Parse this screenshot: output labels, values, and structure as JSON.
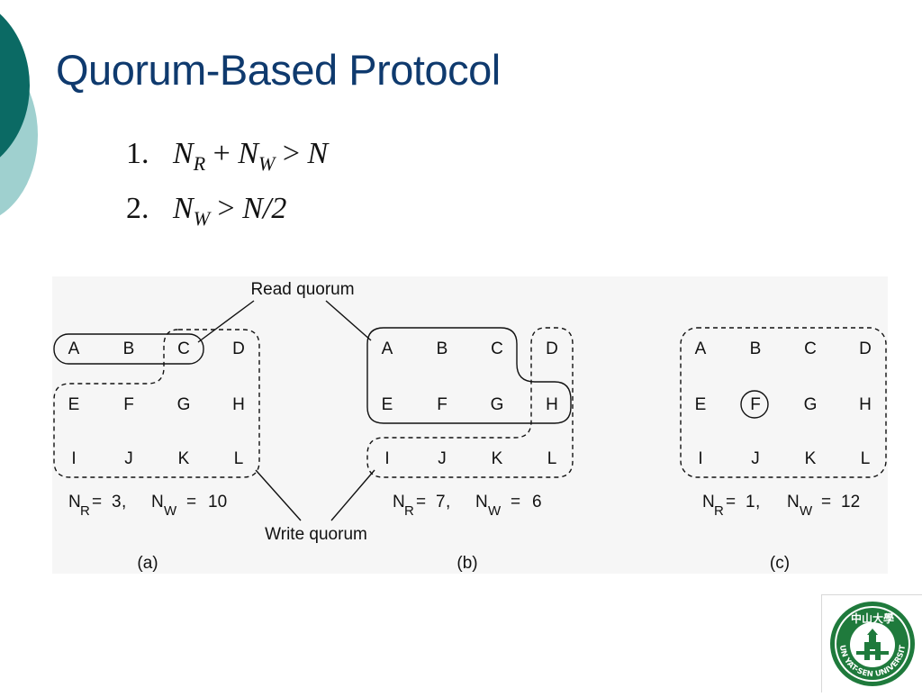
{
  "slide": {
    "title": "Quorum-Based Protocol",
    "formulas": [
      {
        "number": "1.",
        "lhs_a": "N",
        "lhs_a_sub": "R",
        "op1": "+",
        "lhs_b": "N",
        "lhs_b_sub": "W",
        "op2": ">",
        "rhs": "N"
      },
      {
        "number": "2.",
        "lhs_a": "N",
        "lhs_a_sub": "W",
        "op1": ">",
        "rhs": "N/2"
      }
    ]
  },
  "figure": {
    "read_quorum_label": "Read quorum",
    "write_quorum_label": "Write quorum",
    "nodes": [
      "A",
      "B",
      "C",
      "D",
      "E",
      "F",
      "G",
      "H",
      "I",
      "J",
      "K",
      "L"
    ],
    "panels": [
      {
        "id": "a",
        "caption": "(a)",
        "nr_value": "3",
        "nw_value": "10"
      },
      {
        "id": "b",
        "caption": "(b)",
        "nr_value": "7",
        "nw_value": "6"
      },
      {
        "id": "c",
        "caption": "(c)",
        "nr_value": "1",
        "nw_value": "12"
      }
    ],
    "nr_symbol": "N",
    "nr_sub": "R",
    "nw_symbol": "N",
    "nw_sub": "W"
  },
  "logo": {
    "emblem_text": "中山大學",
    "ring_text": "SUN YAT-SEN UNIVERSITY",
    "color": "#1f7a3c"
  },
  "theme": {
    "accent_dark": "#0b6a64",
    "accent_light": "#9fd0cf",
    "title_color": "#0f3a6e"
  }
}
